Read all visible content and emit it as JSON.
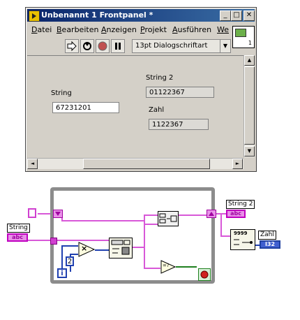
{
  "window": {
    "title": "Unbenannt 1 Frontpanel *",
    "min_label": "_",
    "max_label": "□",
    "close_label": "✕"
  },
  "menu": {
    "items": [
      {
        "underline": "D",
        "rest": "atei"
      },
      {
        "underline": "B",
        "rest": "earbeiten"
      },
      {
        "underline": "A",
        "rest": "nzeigen"
      },
      {
        "underline": "P",
        "rest": "rojekt"
      },
      {
        "underline": "A",
        "rest": "usführen"
      },
      {
        "underline": "We",
        "rest": ""
      }
    ]
  },
  "toolbar": {
    "font_selector": "13pt Dialogschriftart",
    "dropdown_arrow": "▼"
  },
  "vi_icon_number": "1",
  "controls": {
    "string_label": "String",
    "string_value": "67231201",
    "string2_label": "String 2",
    "string2_value": "01122367",
    "zahl_label": "Zahl",
    "zahl_value": "1122367"
  },
  "scroll": {
    "up": "▲",
    "down": "▼",
    "left": "◄",
    "right": "►"
  },
  "diagram": {
    "string_terminal_label": "String",
    "string_terminal_type": "abc",
    "string2_terminal_label": "String 2",
    "string2_terminal_type": "abc",
    "zahl_terminal_label": "Zahl",
    "zahl_terminal_type": "I32",
    "constant_two": "2",
    "iteration_label": "i",
    "multiply_symbol": "×",
    "convert_label": "9999",
    "compare_label": "=?"
  },
  "colors": {
    "string_wire": "#d858d8",
    "numeric_wire": "#2040b0",
    "loop_border": "#8c8c8c",
    "title_bar": "#0a246a"
  }
}
